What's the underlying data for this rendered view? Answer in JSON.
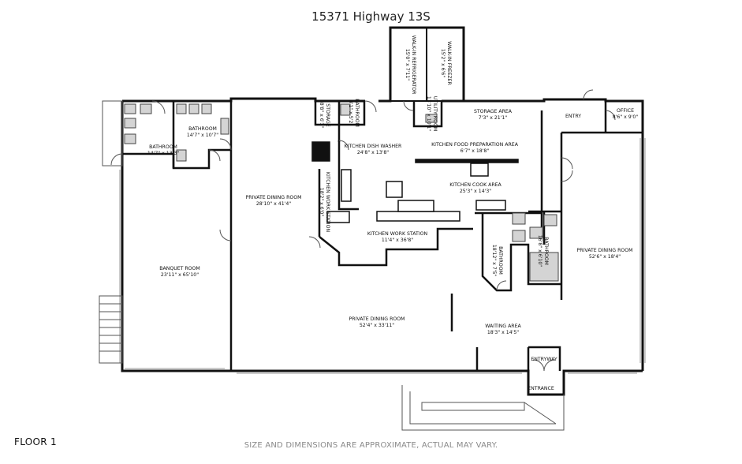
{
  "title": "15371 Highway 13S",
  "floor_label": "FLOOR 1",
  "disclaimer": "SIZE AND DIMENSIONS ARE APPROXIMATE, ACTUAL MAY VARY.",
  "colors": {
    "wall": "#111111",
    "fixture": "#cfcfcf",
    "window": "#9a9a9a"
  },
  "rooms": {
    "walk_in_refrigerator": {
      "name": "WALK-IN REFRIGERATOR",
      "dims": "15'0\" x 7'11\""
    },
    "walk_in_freezer": {
      "name": "WALK-IN FREEZER",
      "dims": "15'2\" x 6'6\""
    },
    "bathroom_top_left": {
      "name": "BATHROOM",
      "dims": "14'7\" x 13'3\""
    },
    "bathroom_top_mid": {
      "name": "BATHROOM",
      "dims": "14'7\" x 10'7\""
    },
    "storage": {
      "name": "STORAGE",
      "dims": "8'8\" x 6'1\""
    },
    "bathroom_small": {
      "name": "BATHROOM",
      "dims": "8'1\" x 5'2\""
    },
    "utility_room": {
      "name": "UTILITY ROOM",
      "dims": "13'10\" x 10'1\""
    },
    "storage_area": {
      "name": "STORAGE AREA",
      "dims": "7'3\" x 21'1\""
    },
    "entry": {
      "name": "ENTRY",
      "dims": ""
    },
    "office": {
      "name": "OFFICE",
      "dims": "8'6\" x 9'0\""
    },
    "kitchen_dish_washer": {
      "name": "KITCHEN DISH WASHER",
      "dims": "24'8\" x 13'8\""
    },
    "kitchen_food_prep": {
      "name": "KITCHEN FOOD PREPARATION AREA",
      "dims": "6'7\" x 18'8\""
    },
    "private_dining_left": {
      "name": "PRIVATE DINING ROOM",
      "dims": "28'10\" x 41'4\""
    },
    "kitchen_work_station_v": {
      "name": "KITCHEN WORK STATION",
      "dims": "18'2\" x 6'0\""
    },
    "kitchen_cook_area": {
      "name": "KITCHEN COOK AREA",
      "dims": "25'3\" x 14'3\""
    },
    "kitchen_work_station": {
      "name": "KITCHEN WORK STATION",
      "dims": "11'4\" x 36'8\""
    },
    "bathroom_mid": {
      "name": "BATHROOM",
      "dims": "18'12\" x 7'5\""
    },
    "bathroom_right": {
      "name": "BATHROOM",
      "dims": "16'8\" x 6'10\""
    },
    "private_dining_right": {
      "name": "PRIVATE DINING ROOM",
      "dims": "52'6\" x 18'4\""
    },
    "banquet_room": {
      "name": "BANQUET ROOM",
      "dims": "23'11\" x 65'10\""
    },
    "private_dining_bottom": {
      "name": "PRIVATE DINING ROOM",
      "dims": "52'4\" x 33'11\""
    },
    "waiting_area": {
      "name": "WAITING AREA",
      "dims": "18'3\" x 14'5\""
    },
    "entryway": {
      "name": "ENTRYWAY",
      "dims": ""
    },
    "entrance": {
      "name": "ENTRANCE",
      "dims": ""
    }
  }
}
